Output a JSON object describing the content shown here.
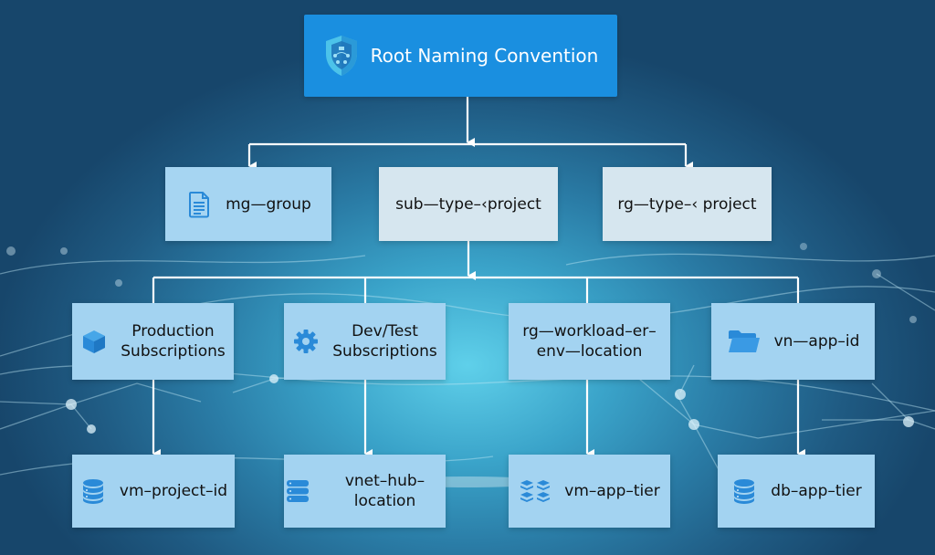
{
  "diagram": {
    "title": "Root Naming Convention",
    "root": {
      "label": "Root Naming Convention",
      "icon": "shield-network-icon"
    },
    "level2": [
      {
        "label": "mg—group",
        "icon": "document-icon"
      },
      {
        "label": "sub—type–‹project",
        "icon": null
      },
      {
        "label": "rg—type–‹ project",
        "icon": null
      }
    ],
    "level3": [
      {
        "line1": "Production",
        "line2": "Subscriptions",
        "icon": "cube-icon"
      },
      {
        "line1": "Dev/Test",
        "line2": "Subscriptions",
        "icon": "gear-icon"
      },
      {
        "line1": "rg—workload–er–",
        "line2": "env—location",
        "icon": null
      },
      {
        "line1": "vn—app–id",
        "line2": "",
        "icon": "folder-icon"
      }
    ],
    "level4": [
      {
        "label": "vm–project–id",
        "icon": "database-icon"
      },
      {
        "label": "vnet–hub–location",
        "icon": "server-icon"
      },
      {
        "label": "vm–app–tier",
        "icon": "stacked-layers-icon"
      },
      {
        "label": "db–app–tier",
        "icon": "database-icon"
      }
    ],
    "edges": [
      {
        "from": "root",
        "to": "level2.0"
      },
      {
        "from": "root",
        "to": "level2.2"
      },
      {
        "from": "level2.1",
        "to": "level3.0"
      },
      {
        "from": "level2.1",
        "to": "level3.1"
      },
      {
        "from": "level2.1",
        "to": "level3.2"
      },
      {
        "from": "level2.1",
        "to": "level3.3"
      },
      {
        "from": "level3.0",
        "to": "level4.0"
      },
      {
        "from": "level3.1",
        "to": "level4.1"
      },
      {
        "from": "level3.2",
        "to": "level4.2"
      },
      {
        "from": "level3.3",
        "to": "level4.3"
      }
    ],
    "colors": {
      "root_fill": "#1a8fe0",
      "node_fill_light": "#a3d3f1",
      "node_fill_grey": "#d6e6ef",
      "icon_blue": "#2a8ad8",
      "connector": "#ffffff",
      "background_dark": "#17466b",
      "background_glow": "#5fd0ea"
    }
  }
}
